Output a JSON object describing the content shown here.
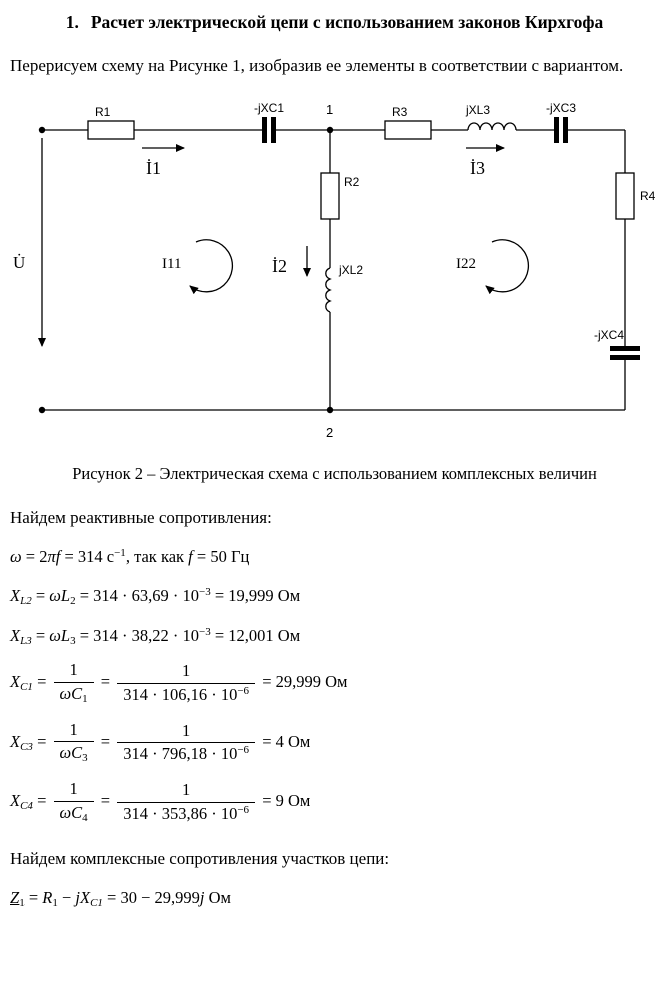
{
  "page": {
    "heading_num": "1.",
    "heading_text": "Расчет электрической цепи с использованием законов Кирхгофа",
    "intro": "Перерисуем схему на Рисунке 1, изобразив ее элементы в соответствии с вариантом.",
    "caption": "Рисунок 2 – Электрическая схема с использованием комплексных величин",
    "reactive_heading": "Найдем реактивные сопротивления:",
    "complex_heading": "Найдем комплексные сопротивления участков цепи:"
  },
  "circuit": {
    "labels": {
      "r1": "R1",
      "c1": "-jXC1",
      "node1": "1",
      "r3": "R3",
      "l3": "jXL3",
      "c3": "-jXC3",
      "r2": "R2",
      "l2": "jXL2",
      "r4": "R4",
      "c4": "-jXC4",
      "i1": "İ1",
      "i2": "İ2",
      "i3": "İ3",
      "i11": "I11",
      "i22": "I22",
      "u": "U̇",
      "node2": "2"
    }
  },
  "formulas": {
    "omega": {
      "o": "ω",
      "a": " = 2",
      "pf": "πf",
      "b": " = 314 с",
      "sup": "−1",
      "c": ", так как ",
      "f": "f",
      "d": " = 50 Гц"
    },
    "xl2": {
      "X": "X",
      "sub": "L2",
      "a": " = ",
      "wl": "ωL",
      "wlsub": "2",
      "b": " = 314 · 63,69 · 10",
      "sup": "−3",
      "c": " = 19,999 Ом"
    },
    "xl3": {
      "X": "X",
      "sub": "L3",
      "a": " = ",
      "wl": "ωL",
      "wlsub": "3",
      "b": " = 314 · 38,22 · 10",
      "sup": "−3",
      "c": " = 12,001 Ом"
    },
    "xc1": {
      "X": "X",
      "sub": "C1",
      "a": " = ",
      "n1": "1",
      "d1": "ωC",
      "d1sub": "1",
      "b": " = ",
      "n2": "1",
      "d2": "314 · 106,16 · 10",
      "d2sup": "−6",
      "c": " = 29,999 Ом"
    },
    "xc3": {
      "X": "X",
      "sub": "C3",
      "a": " = ",
      "n1": "1",
      "d1": "ωC",
      "d1sub": "3",
      "b": " = ",
      "n2": "1",
      "d2": "314 · 796,18 · 10",
      "d2sup": "−6",
      "c": " = 4 Ом"
    },
    "xc4": {
      "X": "X",
      "sub": "C4",
      "a": " = ",
      "n1": "1",
      "d1": "ωC",
      "d1sub": "4",
      "b": " = ",
      "n2": "1",
      "d2": "314 · 353,86 · 10",
      "d2sup": "−6",
      "c": " = 9 Ом"
    },
    "z1": {
      "Z": "Z",
      "zsub": "1",
      "a": " = ",
      "R": "R",
      "rsub": "1",
      "b": " − ",
      "jx": "jX",
      "jxsub": "C1",
      "c": " = 30 − 29,999",
      "j": "j",
      "d": " Ом"
    }
  }
}
